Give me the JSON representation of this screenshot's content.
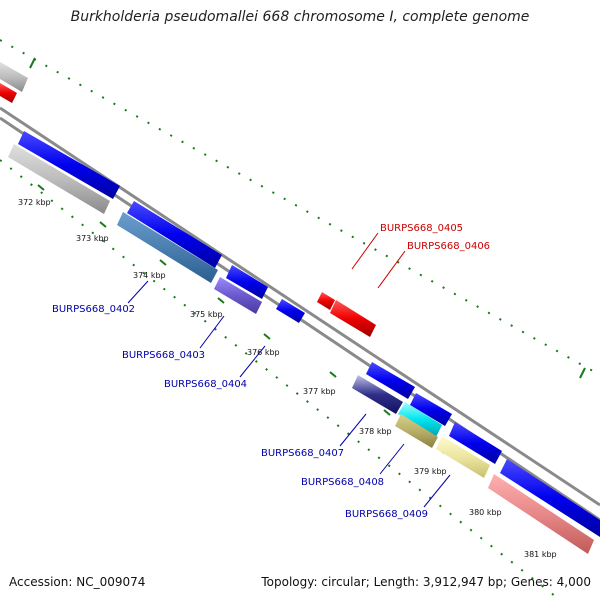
{
  "title": "Burkholderia pseudomallei 668 chromosome I, complete genome",
  "footer": {
    "accession": "Accession: NC_009074",
    "stats": "Topology: circular; Length: 3,912,947 bp; Genes: 4,000"
  },
  "ticks": [
    "372 kbp",
    "373 kbp",
    "374 kbp",
    "375 kbp",
    "376 kbp",
    "377 kbp",
    "378 kbp",
    "379 kbp",
    "380 kbp",
    "381 kbp"
  ],
  "gene_labels": [
    {
      "text": "BURPS668_0402",
      "color": "#0000aa"
    },
    {
      "text": "BURPS668_0403",
      "color": "#0000aa"
    },
    {
      "text": "BURPS668_0404",
      "color": "#0000aa"
    },
    {
      "text": "BURPS668_0405",
      "color": "#cc0000"
    },
    {
      "text": "BURPS668_0406",
      "color": "#cc0000"
    },
    {
      "text": "BURPS668_0407",
      "color": "#0000aa"
    },
    {
      "text": "BURPS668_0408",
      "color": "#0000aa"
    },
    {
      "text": "BURPS668_0409",
      "color": "#0000aa"
    }
  ],
  "colors": {
    "blue_gene": "#0000ee",
    "red_gene": "#ee0000",
    "gray_gene": "#b8b8b8",
    "steel_gene": "#4a7fb0",
    "slate_gene": "#6a5acd",
    "navy_gene": "#1a1a80",
    "olive_gene": "#b8b06a",
    "cyan_gene": "#00e5ee",
    "khaki_gene": "#ece6a0",
    "rose_gene": "#e88888",
    "backbone": "#888888",
    "dots": "#1a7a1a"
  }
}
